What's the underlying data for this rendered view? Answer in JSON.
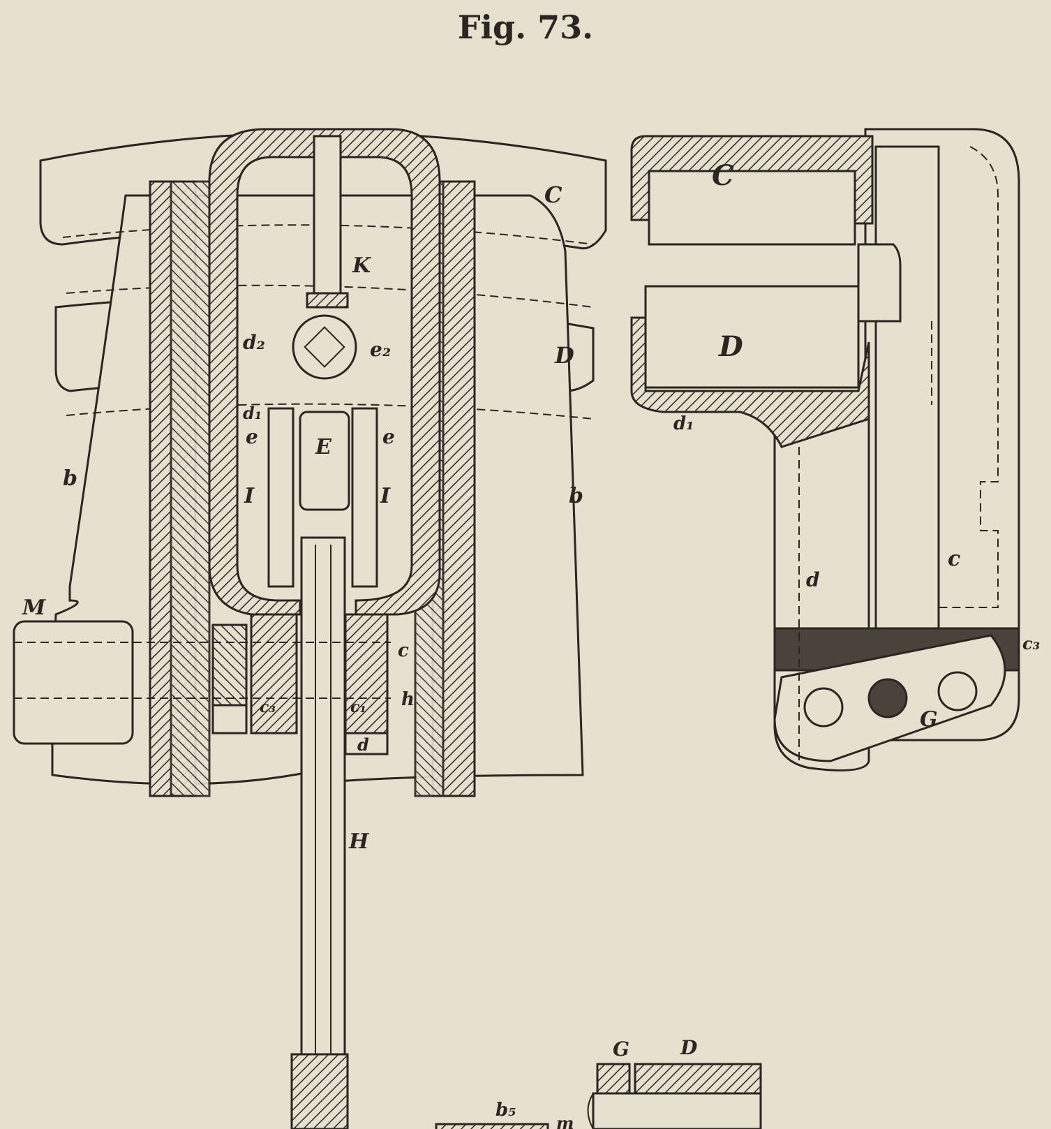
{
  "figure": {
    "title": "Fig. 73.",
    "ink_color": "#2b2622",
    "paper_color": "#e6e0cf"
  },
  "front_view_labels": {
    "C": "C",
    "D": "D",
    "K": "K",
    "d2": "d₂",
    "e2": "e₂",
    "d1": "d₁",
    "e_left": "e",
    "E": "E",
    "e_right": "e",
    "I_left": "I",
    "I_right": "I",
    "b_left": "b",
    "b_right": "b",
    "M": "M",
    "c": "c",
    "h": "h",
    "c3": "c₃",
    "c1": "c₁",
    "d": "d",
    "H": "H"
  },
  "side_view_labels": {
    "C": "C",
    "D": "D",
    "d1": "d₁",
    "d": "d",
    "c": "c",
    "c3": "c₃",
    "G": "G"
  },
  "detail_view_labels": {
    "G": "G",
    "D": "D",
    "b5": "b₅",
    "m": "m"
  }
}
